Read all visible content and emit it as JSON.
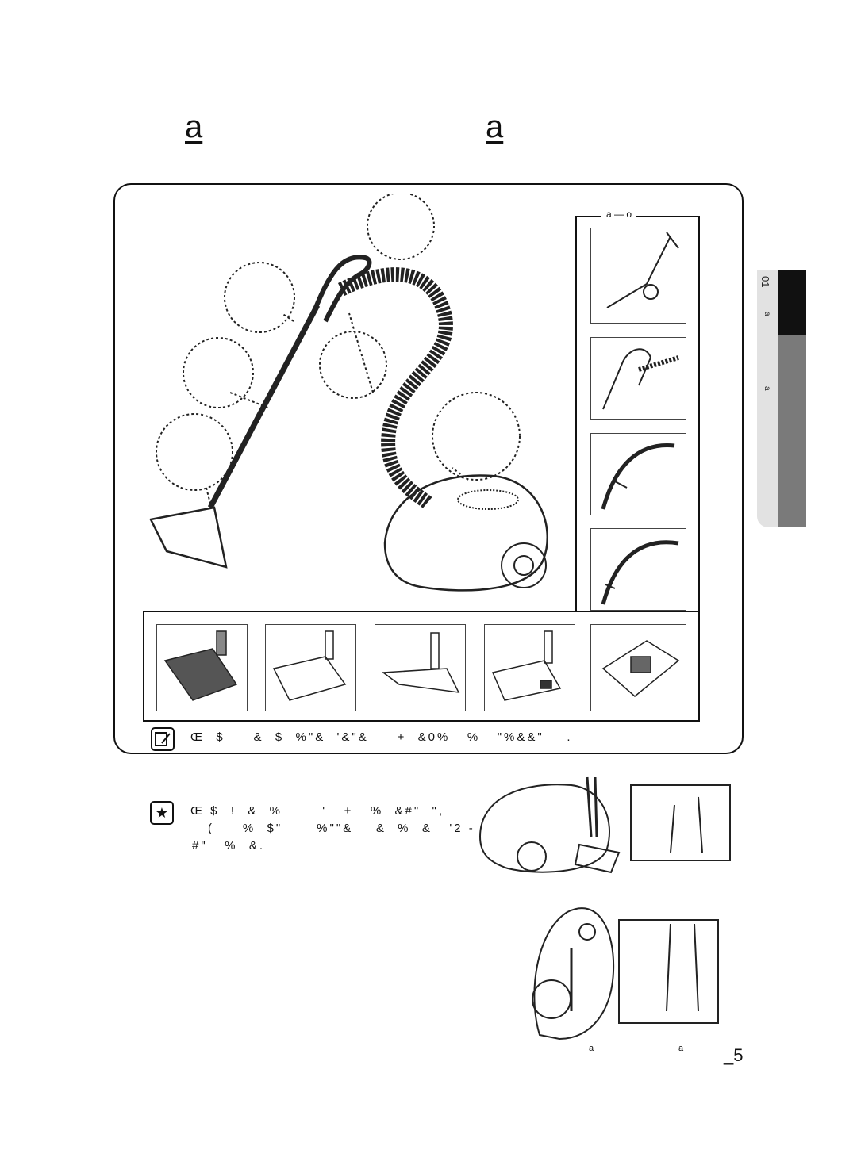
{
  "header": {
    "title_left_glyph": "a",
    "title_right_glyph": "a"
  },
  "options_panel": {
    "label": "a — o"
  },
  "note_line": {
    "text": "Œ  $     &  $  %\"&  '&\"&     +  &0%   %   \"%&&\"    ."
  },
  "star_note": {
    "line1": "Œ $  !  &  %       '   +   %  &#\"  \",",
    "line2": "(     %  $\"      %\"\"&    &  %  &   '2 -",
    "line3": "#\"   %  &."
  },
  "side_tab": {
    "chapter_number": "01",
    "text_a": "a",
    "text_b": "a"
  },
  "footer": {
    "left_glyph": "a",
    "right_glyph": "a",
    "page": "_5"
  },
  "icons": {
    "note_icon": "pencil-note-icon",
    "star_icon": "star-icon"
  }
}
